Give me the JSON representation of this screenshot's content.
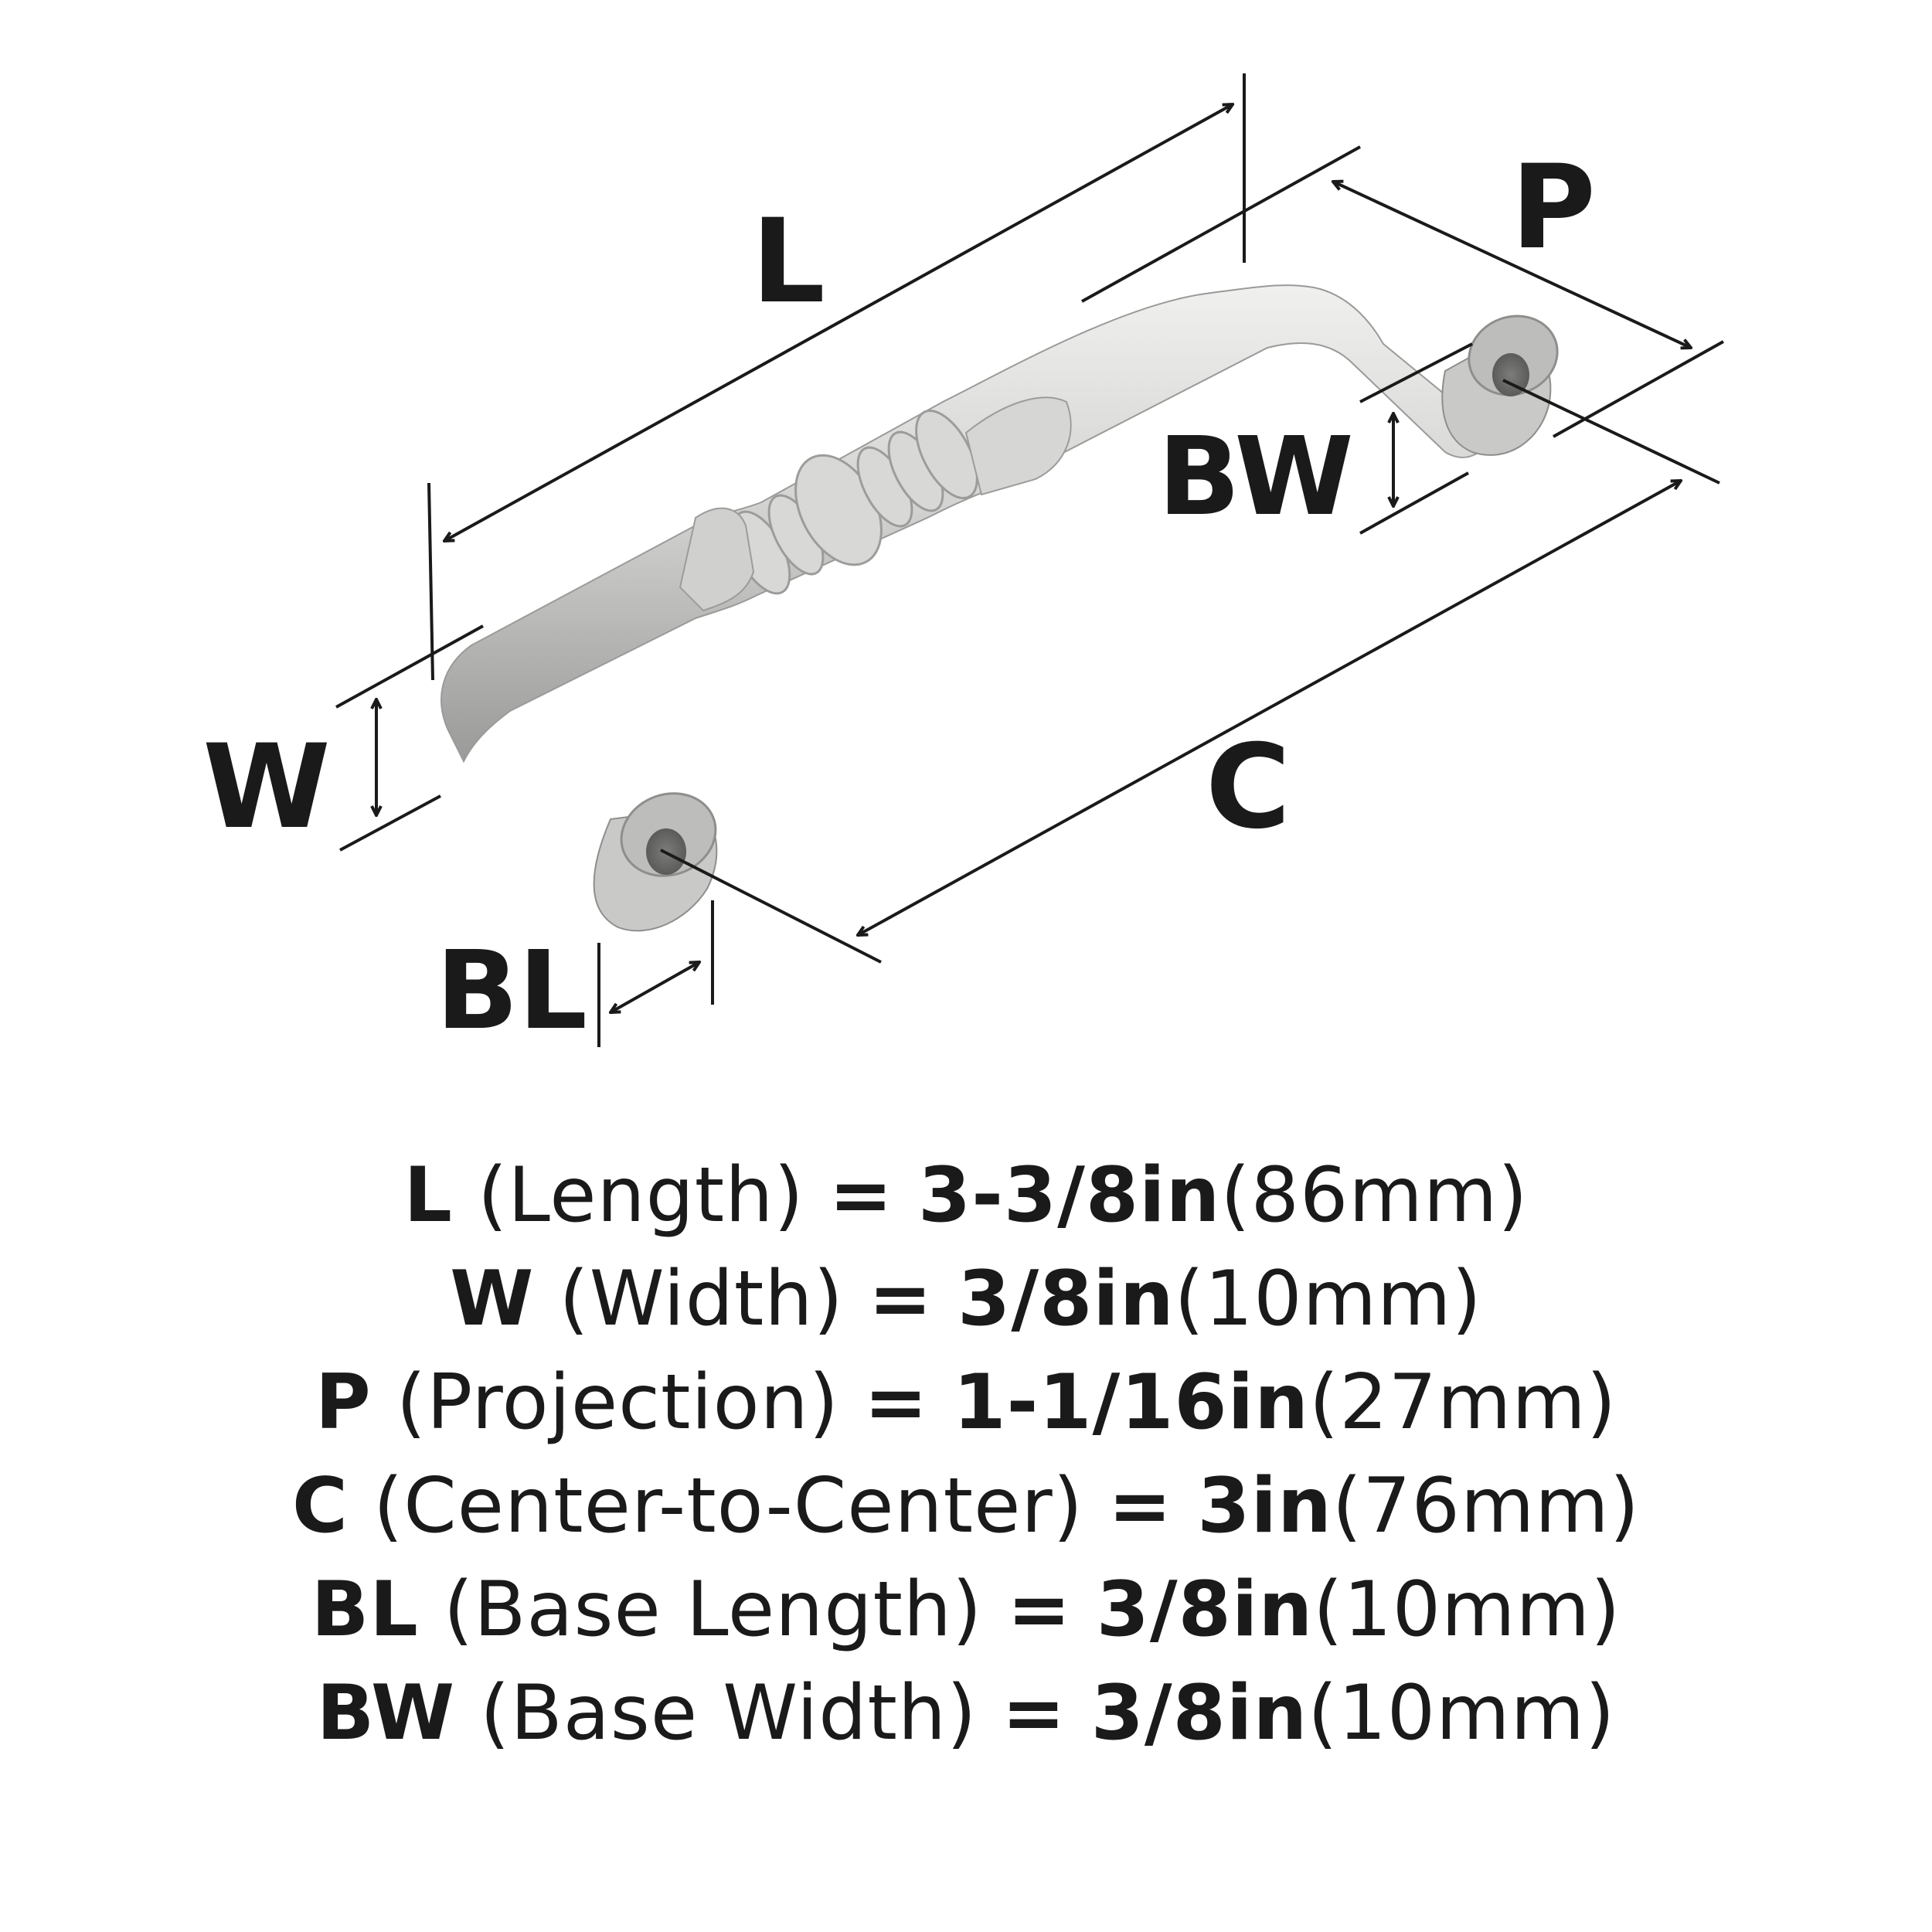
{
  "diagram": {
    "labels": {
      "L": "L",
      "P": "P",
      "BW": "BW",
      "W": "W",
      "C": "C",
      "BL": "BL"
    }
  },
  "colors": {
    "line": "#1a1a1a",
    "metal_light": "#e2e2e0",
    "metal_mid": "#c4c4c2",
    "metal_dark": "#8e8e8c",
    "hole": "#6f6f6e"
  },
  "specs": [
    {
      "key": "L",
      "desc": "(Length)",
      "eq": "=",
      "imperial": "3-3/8in",
      "metric": "(86mm)"
    },
    {
      "key": "W",
      "desc": "(Width)",
      "eq": "=",
      "imperial": "3/8in",
      "metric": "(10mm)"
    },
    {
      "key": "P",
      "desc": "(Projection)",
      "eq": "=",
      "imperial": "1-1/16in",
      "metric": "(27mm)"
    },
    {
      "key": "C",
      "desc": "(Center-to-Center)",
      "eq": "=",
      "imperial": "3in",
      "metric": "(76mm)"
    },
    {
      "key": "BL",
      "desc": "(Base Length)",
      "eq": "=",
      "imperial": "3/8in",
      "metric": "(10mm)"
    },
    {
      "key": "BW",
      "desc": "(Base Width)",
      "eq": "=",
      "imperial": "3/8in",
      "metric": "(10mm)"
    }
  ]
}
